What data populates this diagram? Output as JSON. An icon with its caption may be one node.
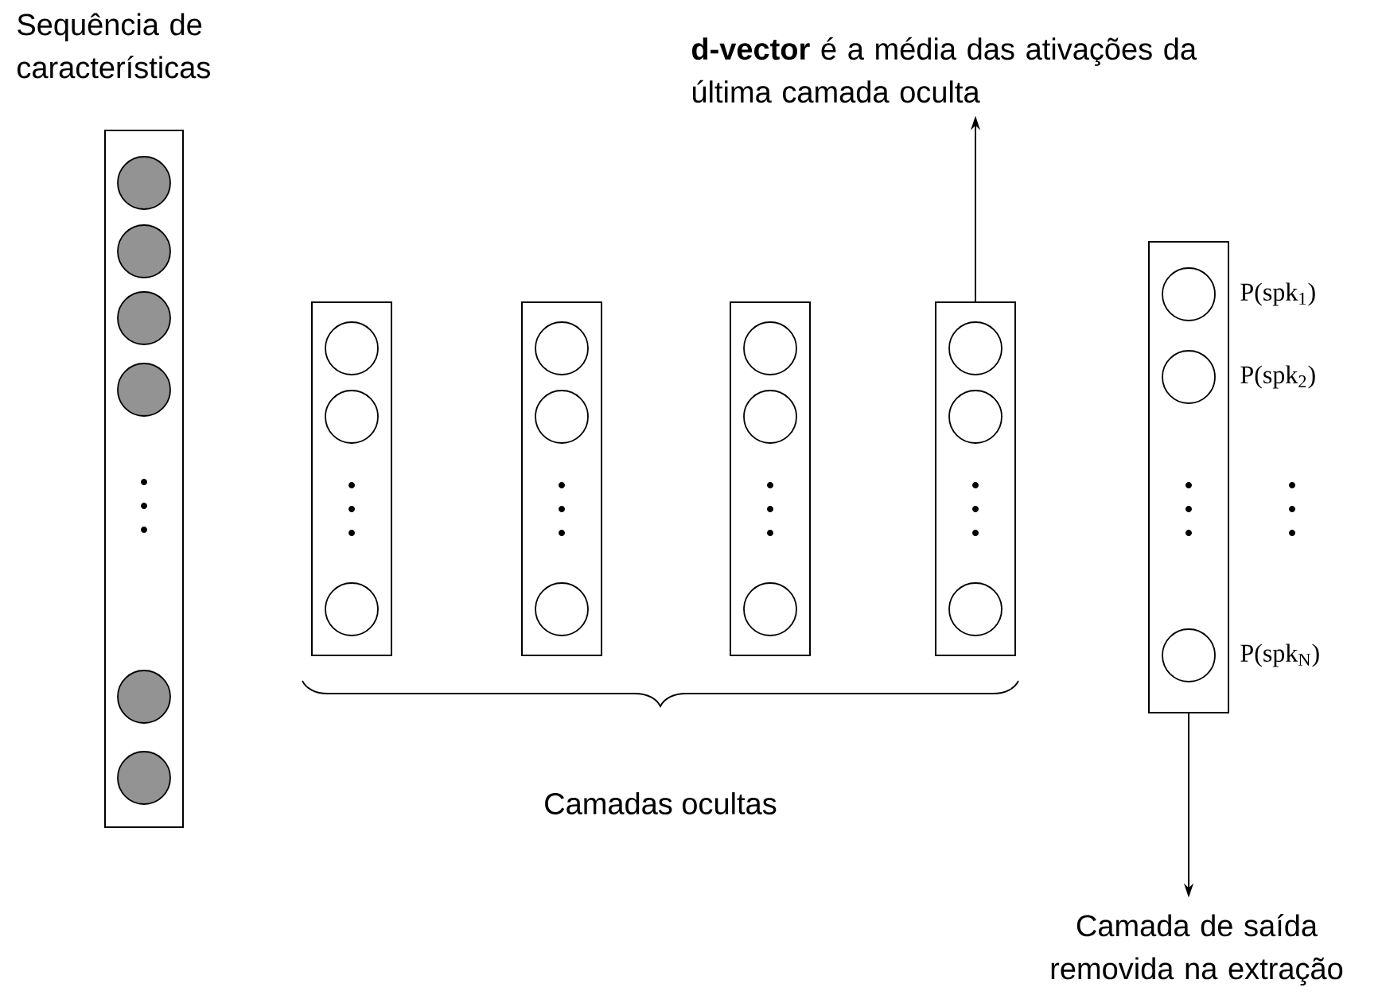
{
  "diagram": {
    "nodes": [
      {
        "text": [
          "Sequência de características"
        ]
      },
      {
        "text": [],
        "shape": "box"
      },
      {
        "text": [],
        "shape": "box"
      },
      {
        "text": [],
        "shape": "box"
      },
      {
        "text": [],
        "shape": "box"
      },
      {
        "text": [],
        "shape": "box",
        "beside": [
          "P(spk$_{1}$)",
          "P(spk$_{2}$)",
          "P(spk$_{N}$)"
        ]
      },
      {
        "text": [
          "**d-vector** é a média das ativações da última camada oculta"
        ]
      },
      {
        "text": [
          "Camada de saída removida na extração"
        ]
      }
    ],
    "edges": [
      {
        "from": 4,
        "to": 6,
        "arrow": "to"
      },
      {
        "from": 5,
        "to": 7,
        "arrow": "to"
      }
    ],
    "labels": [
      "Camadas ocultas"
    ]
  }
}
